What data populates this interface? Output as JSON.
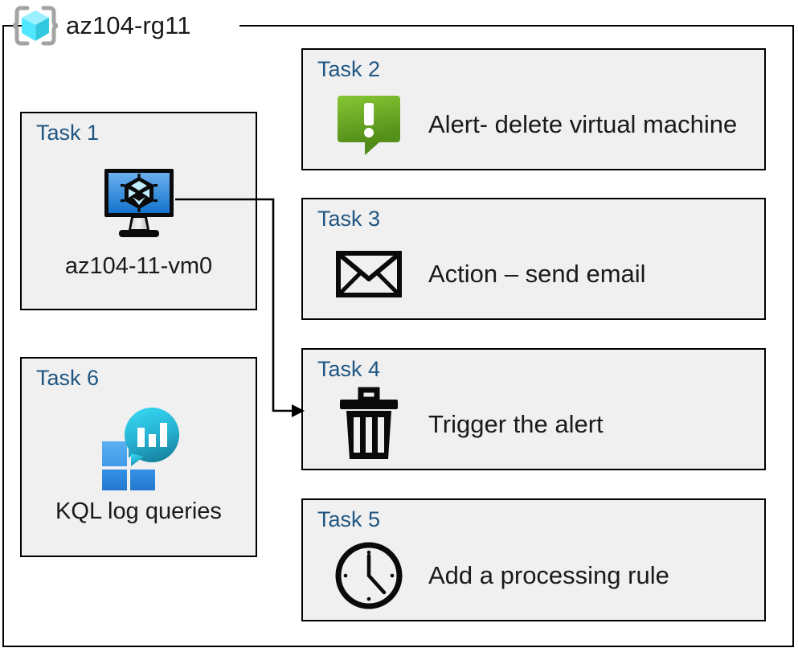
{
  "resource_group": {
    "name": "az104-rg11",
    "icon": "resource-group-cube-icon"
  },
  "colors": {
    "task_label": "#1F5582",
    "box_fill": "#F0F0F0",
    "box_border": "#000000",
    "alert_green_light": "#7CBD2B",
    "alert_green_dark": "#5A9216",
    "vm_blue_light": "#63A8E8",
    "vm_blue_dark": "#1B74CB",
    "loganalytics_cyan": "#32D4E8",
    "loganalytics_teal": "#1B8FAF",
    "loganalytics_blue_light": "#50A8F0",
    "loganalytics_blue_dark": "#2B87DB",
    "rg_cube_cyan": "#50E6FF",
    "rg_bracket_gray": "#A3A3A3"
  },
  "tasks": [
    {
      "id": "task-1",
      "label": "Task 1",
      "text": "az104-11-vm0",
      "icon": "virtual-machine-icon",
      "layout": "square"
    },
    {
      "id": "task-2",
      "label": "Task 2",
      "text": "Alert- delete virtual machine",
      "icon": "alert-exclamation-icon",
      "layout": "wide"
    },
    {
      "id": "task-3",
      "label": "Task 3",
      "text": "Action – send email",
      "icon": "envelope-icon",
      "layout": "wide"
    },
    {
      "id": "task-4",
      "label": "Task 4",
      "text": "Trigger the alert",
      "icon": "trash-delete-icon",
      "layout": "wide"
    },
    {
      "id": "task-5",
      "label": "Task 5",
      "text": "Add a processing rule",
      "icon": "clock-icon",
      "layout": "wide"
    },
    {
      "id": "task-6",
      "label": "Task 6",
      "text": "KQL log queries",
      "icon": "log-analytics-icon",
      "layout": "square"
    }
  ],
  "connector": {
    "from": "task-1-vm-icon",
    "to": "task-4",
    "arrow": "arrowhead-right"
  }
}
